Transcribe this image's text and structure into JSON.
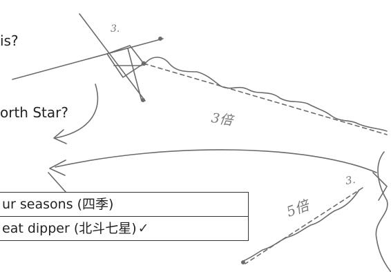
{
  "questions": {
    "q1_fragment": "is?",
    "q2_fragment": "orth Star?"
  },
  "handwriting": {
    "ratio_upper": "3倍",
    "ratio_lower": "5倍",
    "mark_upper": "3.",
    "mark_lower": "3."
  },
  "table": {
    "rows": [
      {
        "text": "ur seasons (四季)",
        "mark": ""
      },
      {
        "text": "eat dipper (北斗七星)",
        "mark": "✓"
      }
    ]
  },
  "colors": {
    "ink": "#222222",
    "pencil": "#6b6b6b",
    "paper": "#ffffff"
  }
}
